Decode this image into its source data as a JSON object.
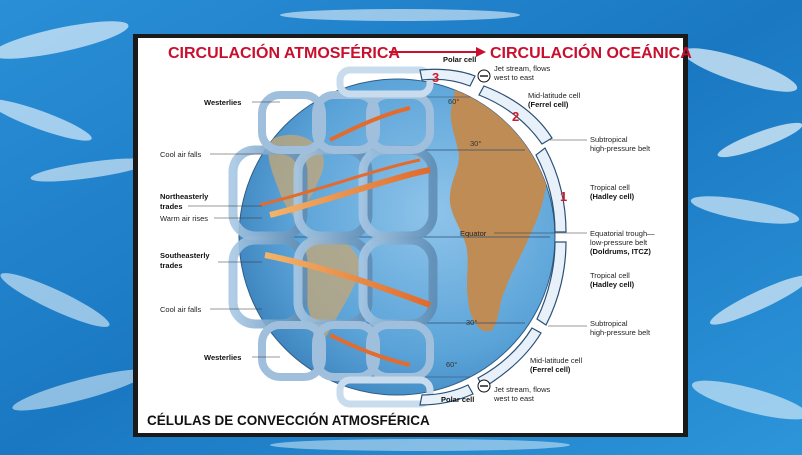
{
  "title": {
    "left": "CIRCULACIÓN ATMOSFÉRICA",
    "right": "CIRCULACIÓN OCEÁNICA"
  },
  "footer": "CÉLULAS DE CONVECCIÓN ATMOSFÉRICA",
  "left_labels": {
    "westerlies_top": "Westerlies",
    "cool_air_falls_top": "Cool air falls",
    "ne_trades_1": "Northeasterly",
    "ne_trades_2": "trades",
    "warm_air_rises": "Warm air rises",
    "se_trades_1": "Southeasterly",
    "se_trades_2": "trades",
    "cool_air_falls_bottom": "Cool air falls",
    "westerlies_bottom": "Westerlies"
  },
  "right_labels": {
    "polar_cell_top": "Polar cell",
    "jet_top_1": "Jet stream, flows",
    "jet_top_2": "west to east",
    "ferrel_top_1": "Mid-latitude cell",
    "ferrel_top_2": "(Ferrel cell)",
    "subtrop_top_1": "Subtropical",
    "subtrop_top_2": "high-pressure belt",
    "hadley_top_1": "Tropical cell",
    "hadley_top_2": "(Hadley cell)",
    "equator": "Equator",
    "trough_1": "Equatorial trough—",
    "trough_2": "low-pressure belt",
    "trough_3": "(Doldrums, ITCZ)",
    "hadley_bottom_1": "Tropical cell",
    "hadley_bottom_2": "(Hadley cell)",
    "subtrop_bottom_1": "Subtropical",
    "subtrop_bottom_2": "high-pressure belt",
    "ferrel_bottom_1": "Mid-latitude cell",
    "ferrel_bottom_2": "(Ferrel cell)",
    "jet_bottom_1": "Jet stream, flows",
    "jet_bottom_2": "west to east",
    "polar_cell_bottom": "Polar cell"
  },
  "latitudes": {
    "n60": "60°",
    "n30": "30°",
    "s30": "30°",
    "s60": "60°"
  },
  "cell_numbers": {
    "n3": "3",
    "n2": "2",
    "n1": "1"
  },
  "colors": {
    "title_red": "#c8102e",
    "number_red": "#d0192b",
    "ocean": "#5aa3d8",
    "land": "#b98a56",
    "background_water": "#1f82c9"
  }
}
